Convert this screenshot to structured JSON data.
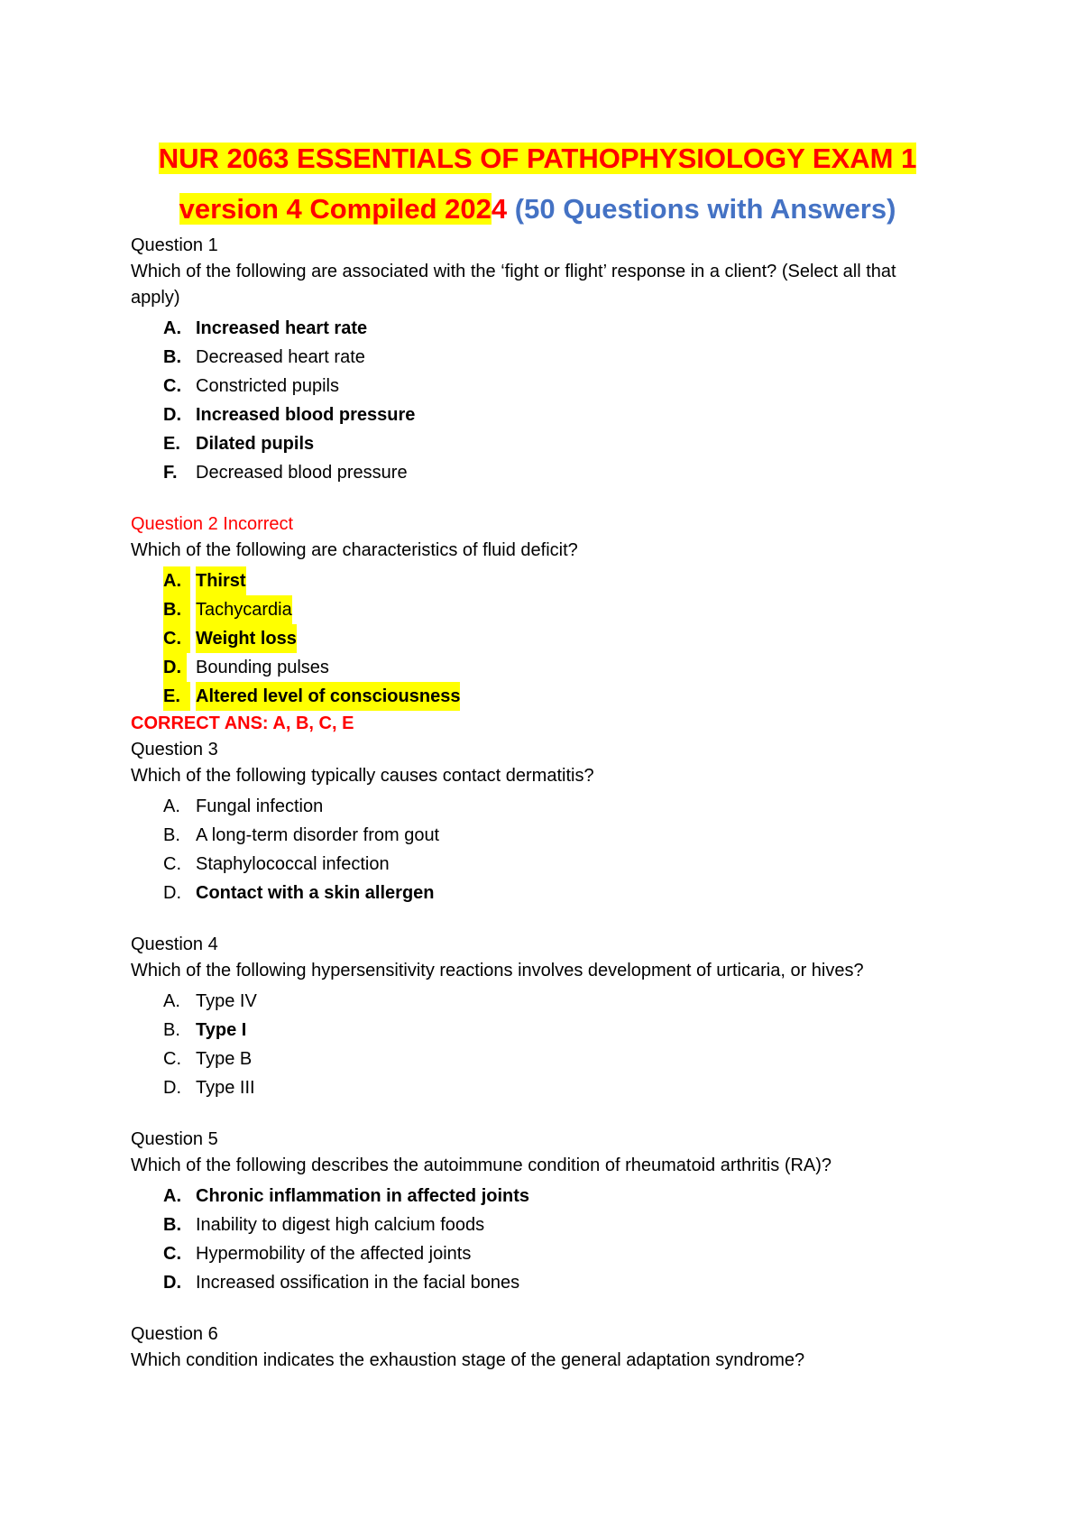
{
  "title": {
    "line1": "NUR 2063 ESSENTIALS OF PATHOPHYSIOLOGY EXAM 1",
    "line2_highlighted": "version 4 Compiled 202",
    "line2_red_tail": "4",
    "line2_blue": " (50 Questions with Answers)"
  },
  "colors": {
    "highlight": "#ffff00",
    "red": "#ff0000",
    "blue": "#4472c4"
  },
  "questions": [
    {
      "heading": "Question 1",
      "text": "Which of the following are associated with the ‘fight or flight’ response in a client? (Select all that apply)",
      "options": [
        {
          "letter": "A.",
          "text": "Increased heart rate"
        },
        {
          "letter": "B.",
          "text": "Decreased heart rate"
        },
        {
          "letter": "C.",
          "text": "Constricted pupils"
        },
        {
          "letter": "D.",
          "text": "Increased blood pressure"
        },
        {
          "letter": "E.",
          "text": "Dilated pupils"
        },
        {
          "letter": "F.",
          "text": "Decreased blood pressure"
        }
      ]
    },
    {
      "heading": "Question 2 Incorrect",
      "text": "Which of the following are characteristics of fluid deficit?",
      "options": [
        {
          "letter": "A.",
          "text": "Thirst"
        },
        {
          "letter": "B.",
          "text": "Tachycardia"
        },
        {
          "letter": "C.",
          "text": "Weight loss"
        },
        {
          "letter": "D.",
          "text": "Bounding pulses"
        },
        {
          "letter": "E.",
          "text": "Altered level of consciousness"
        }
      ],
      "correct_answer": "CORRECT ANS: A, B, C, E"
    },
    {
      "heading": "Question 3",
      "text": "Which of the following typically causes contact dermatitis?",
      "options": [
        {
          "letter": "A.",
          "text": "Fungal infection"
        },
        {
          "letter": "B.",
          "text": "A long-term disorder from gout"
        },
        {
          "letter": "C.",
          "text": "Staphylococcal infection"
        },
        {
          "letter": "D.",
          "text": "Contact with a skin allergen"
        }
      ]
    },
    {
      "heading": "Question 4",
      "text": "Which of the following hypersensitivity reactions involves development of urticaria, or hives?",
      "options": [
        {
          "letter": "A.",
          "text": "Type IV"
        },
        {
          "letter": "B.",
          "text": "Type I"
        },
        {
          "letter": "C.",
          "text": "Type B"
        },
        {
          "letter": "D.",
          "text": "Type III"
        }
      ]
    },
    {
      "heading": "Question 5",
      "text": "Which of the following describes the autoimmune condition of rheumatoid arthritis (RA)?",
      "options": [
        {
          "letter": "A.",
          "text": "Chronic inflammation in affected joints"
        },
        {
          "letter": "B.",
          "text": "Inability to digest high calcium foods"
        },
        {
          "letter": "C.",
          "text": "Hypermobility of the affected joints"
        },
        {
          "letter": "D.",
          "text": "Increased ossification in the facial bones"
        }
      ]
    },
    {
      "heading": "Question 6",
      "text": "Which condition indicates the exhaustion stage of the general adaptation syndrome?"
    }
  ]
}
